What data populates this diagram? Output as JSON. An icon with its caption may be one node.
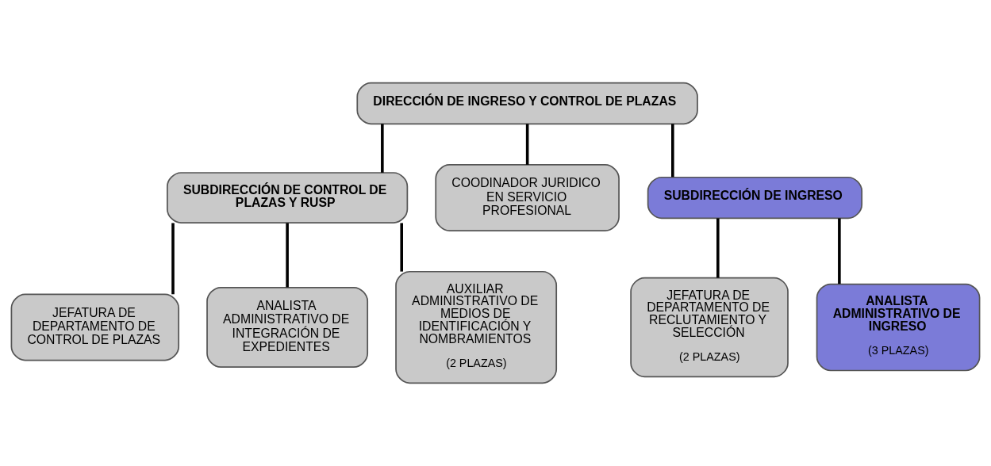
{
  "diagram": {
    "nodes": [
      {
        "text": [
          "DIRECCIÓN DE INGRESO Y CONTROL DE PLAZAS"
        ]
      },
      {
        "text": [
          "SUBDIRECCIÓN DE CONTROL DE PLAZAS Y RUSP"
        ]
      },
      {
        "text": [
          "COODINADOR JURIDICO EN SERVICIO PROFESIONAL"
        ]
      },
      {
        "text": [
          "SUBDIRECCIÓN DE INGRESO"
        ]
      },
      {
        "text": [
          "JEFATURA DE DEPARTAMENTO DE CONTROL DE PLAZAS"
        ]
      },
      {
        "text": [
          "ANALISTA ADMINISTRATIVO DE INTEGRACIÓN DE EXPEDIENTES"
        ]
      },
      {
        "text": [
          "AUXILIAR ADMINISTRATIVO DE MEDIOS DE IDENTIFICACIÓN Y NOMBRAMIENTOS",
          "(2 PLAZAS)"
        ]
      },
      {
        "text": [
          "JEFATURA DE DEPARTAMENTO DE RECLUTAMIENTO Y SELECCIÓN",
          "(2 PLAZAS)"
        ]
      },
      {
        "text": [
          "ANALISTA ADMINISTRATIVO DE INGRESO",
          "(3 PLAZAS)"
        ]
      }
    ],
    "edges": [
      {
        "from": 0,
        "to": 1,
        "arrow": "none"
      },
      {
        "from": 0,
        "to": 2,
        "arrow": "none"
      },
      {
        "from": 0,
        "to": 3,
        "arrow": "none"
      },
      {
        "from": 1,
        "to": 4,
        "arrow": "none"
      },
      {
        "from": 1,
        "to": 5,
        "arrow": "none"
      },
      {
        "from": 1,
        "to": 6,
        "arrow": "none"
      },
      {
        "from": 3,
        "to": 7,
        "arrow": "none"
      },
      {
        "from": 3,
        "to": 8,
        "arrow": "none"
      }
    ]
  }
}
